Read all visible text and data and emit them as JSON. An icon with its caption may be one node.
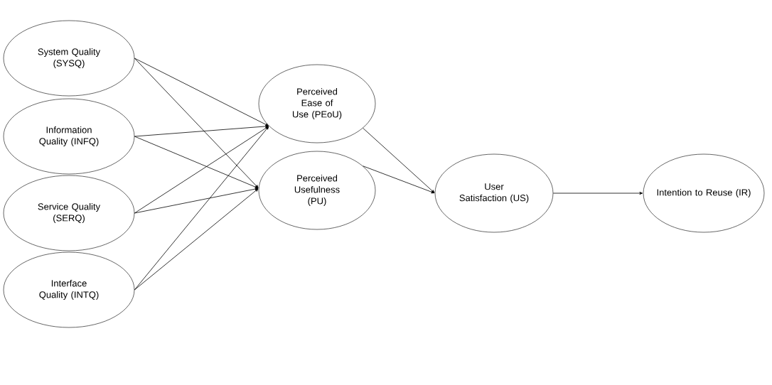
{
  "diagram": {
    "nodes": [
      {
        "text": [
          "System Quality (SYSQ)"
        ]
      },
      {
        "text": [
          "Information Quality (INFQ)"
        ]
      },
      {
        "text": [
          "Service Quality (SERQ)"
        ]
      },
      {
        "text": [
          "Interface Quality (INTQ)"
        ]
      },
      {
        "text": [
          "Perceived Ease of Use (PEoU)"
        ]
      },
      {
        "text": [
          "Perceived Usefulness (PU)"
        ]
      },
      {
        "text": [
          "User Satisfaction (US)"
        ]
      },
      {
        "text": [
          "Intention to Reuse (IR)"
        ]
      }
    ],
    "edges": [
      {
        "from": 0,
        "to": 4,
        "arrow": "to"
      },
      {
        "from": 0,
        "to": 5,
        "arrow": "to"
      },
      {
        "from": 1,
        "to": 4,
        "arrow": "to"
      },
      {
        "from": 1,
        "to": 5,
        "arrow": "to"
      },
      {
        "from": 2,
        "to": 4,
        "arrow": "to"
      },
      {
        "from": 2,
        "to": 5,
        "arrow": "to"
      },
      {
        "from": 3,
        "to": 4,
        "arrow": "to"
      },
      {
        "from": 3,
        "to": 5,
        "arrow": "to"
      },
      {
        "from": 4,
        "to": 6,
        "arrow": "to"
      },
      {
        "from": 5,
        "to": 6,
        "arrow": "to"
      },
      {
        "from": 6,
        "to": 7,
        "arrow": "to"
      }
    ]
  }
}
